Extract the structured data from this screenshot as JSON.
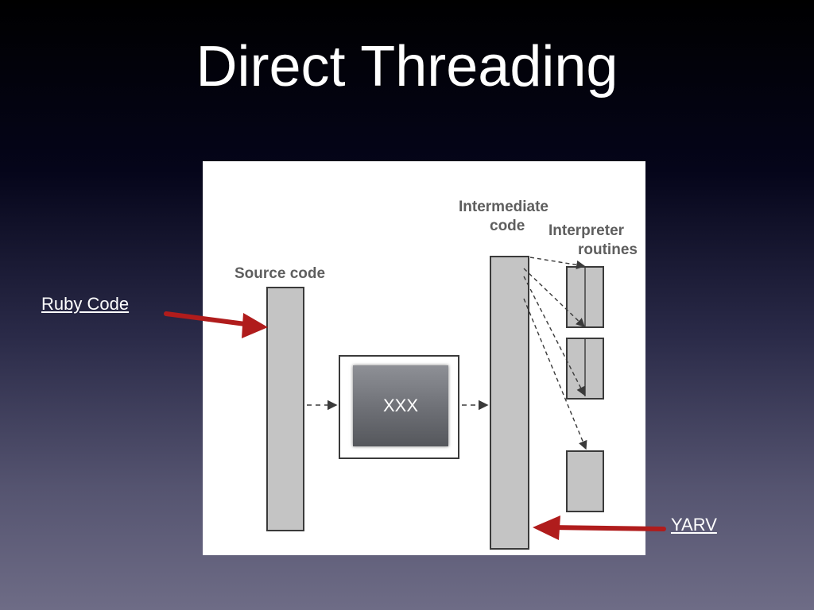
{
  "slide": {
    "title": "Direct Threading"
  },
  "figure": {
    "labels": {
      "source_code": "Source code",
      "intermediate_code_line1": "Intermediate",
      "intermediate_code_line2": "code",
      "interpreter_routines_line1": "Interpreter",
      "interpreter_routines_line2": "routines"
    },
    "compiler_label": "XXX"
  },
  "annotations": {
    "ruby_code": "Ruby Code",
    "yarv": "YARV"
  },
  "colors": {
    "annotation_arrow": "#b01c1c",
    "bar_fill": "#c4c4c4",
    "outline": "#3a3a3a"
  }
}
